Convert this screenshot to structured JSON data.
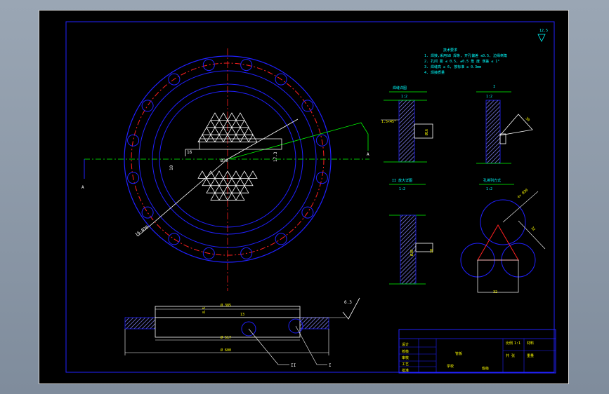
{
  "colors": {
    "frame": "#ffffff",
    "inner_border": "#2222ff",
    "outline": "#2020ff",
    "centerline": "#ff2020",
    "dimension": "#ffffff",
    "green_line": "#00ff00",
    "cyan_text": "#00ffff",
    "yellow_text": "#ffff00"
  },
  "tech_notes": {
    "title": "技术要求",
    "lines": [
      "1. 焊接,采用GB 焊条, 开孔偏差 ≤0.5, 边缘倒角",
      "2. 孔间 距 ≤ 0.5, ±0.5 角 度 误差 ≤ 1°",
      "3. 焊缝高 ≥ 6, 按标准 ≥ 0.3mm",
      "4. 焊接质量"
    ]
  },
  "roughness_corner": {
    "value": "12.5"
  },
  "main_view": {
    "hole_callout": "16-Ø30",
    "dim_small_top": "16",
    "dim_left": "10",
    "dim_center": "Ø30",
    "dim_right": "17.3",
    "section_mark_left": "A",
    "section_mark_right": "A"
  },
  "section_view": {
    "dim_inner": "Ø 385",
    "dim_middle": "Ø 517",
    "dim_outer": "Ø 600",
    "dim_step": "13",
    "dim_thickness": "8.5",
    "roughness": "6.3",
    "callout_II": "II",
    "callout_I": "I"
  },
  "details": {
    "weld_left_title": "焊缝详图",
    "weld_left_scale": "1:2",
    "weld_left_dim_a": "1.5×45°",
    "weld_left_dim_b": "Ø16",
    "detail_I_title": "I",
    "detail_I_scale": "1:2",
    "detail_I_dim": "30",
    "detail_II_title": "II 放大详图",
    "detail_II_scale": "1:2",
    "detail_II_dim_a": "Ø30",
    "detail_II_dim_b": "10",
    "hex_title": "孔排列方式",
    "hex_scale": "1:2",
    "hex_dim_a": "4× Ø30",
    "hex_dim_b": "32",
    "hex_dim_c": "32"
  },
  "title_block": {
    "row_labels": [
      "设计",
      "校核",
      "审核",
      "工艺",
      "批准"
    ],
    "part_name": "管板",
    "scale_label": "比例",
    "scale_value": "1:1",
    "sheet_label": "共 张",
    "material_label": "材料",
    "weight_label": "重量",
    "school": "学校",
    "class_label": "班级"
  }
}
